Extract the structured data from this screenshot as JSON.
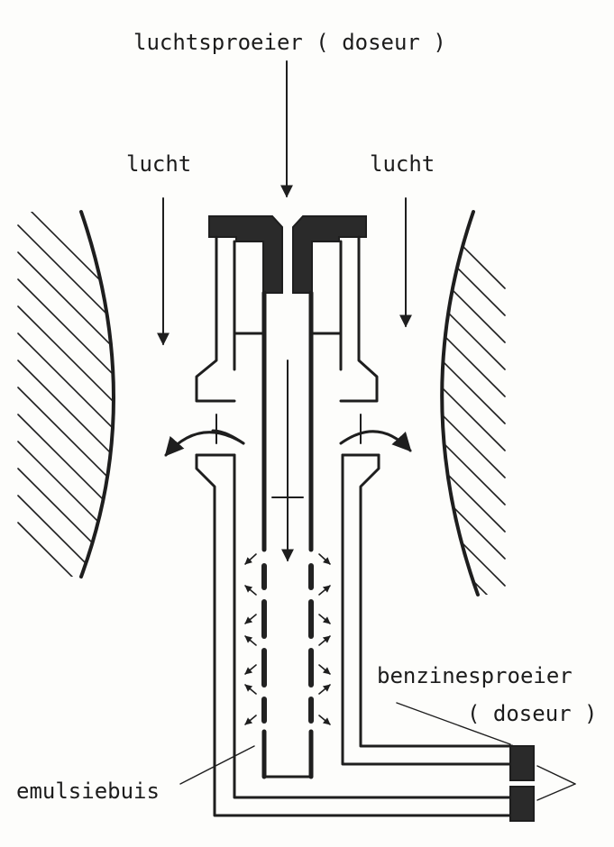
{
  "labels": {
    "air_jet": "luchtsproeier ( doseur )",
    "air_left": "lucht",
    "air_right": "lucht",
    "fuel_jet_line1": "benzinesproeier",
    "fuel_jet_line2": "( doseur )",
    "emulsion_tube": "emulsiebuis"
  },
  "colors": {
    "ink": "#1e1e1e",
    "paper": "#fdfdfb"
  }
}
